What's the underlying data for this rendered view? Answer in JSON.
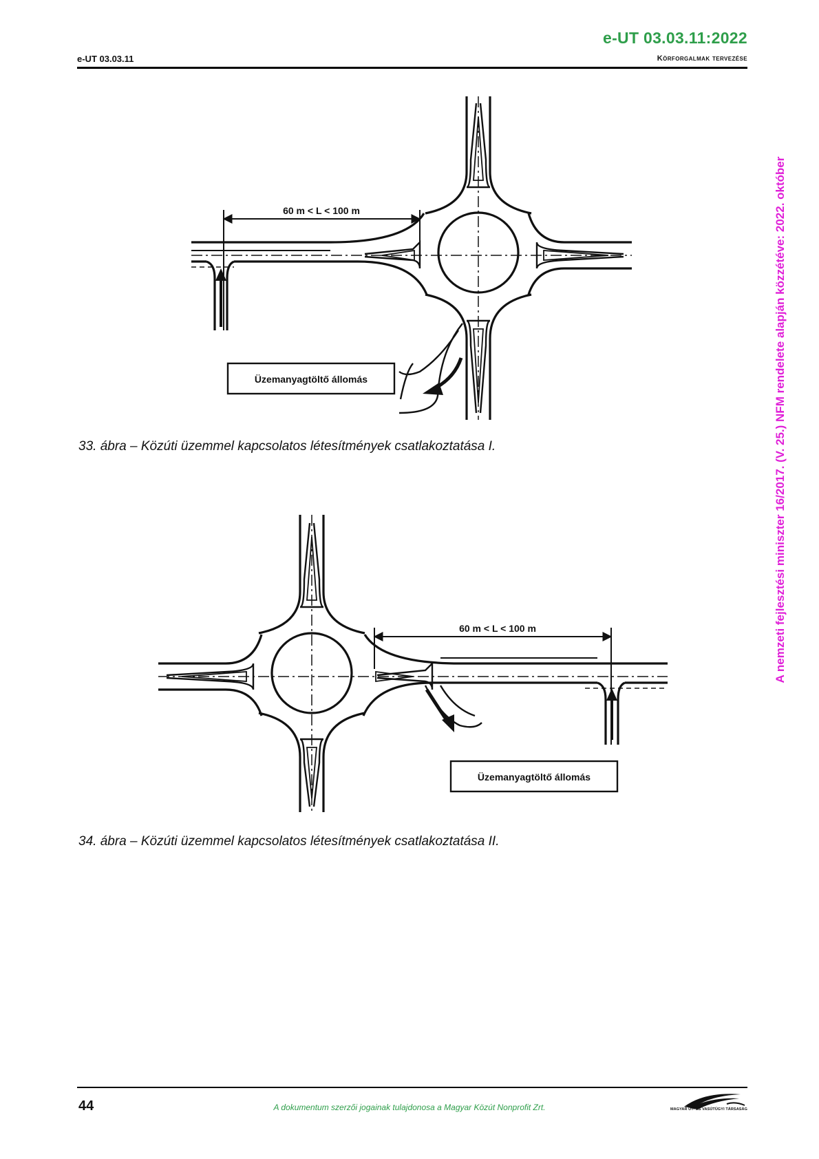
{
  "header": {
    "doc_code_top": "e-UT 03.03.11:2022",
    "doc_code_left": "e-UT 03.03.11",
    "section_title": "Körforgalmak tervezése"
  },
  "side_note": "A nemzeti fejlesztési miniszter 16/2017. (V. 25.) NFM rendelete alapján közzétéve: 2022. október",
  "figures": [
    {
      "dimension_label": "60 m < L < 100 m",
      "station_label": "Üzemanyagtöltő állomás",
      "caption": "33. ábra – Közúti üzemmel kapcsolatos létesítmények csatlakoztatása I."
    },
    {
      "dimension_label": "60 m < L < 100 m",
      "station_label": "Üzemanyagtöltő állomás",
      "caption": "34. ábra – Közúti üzemmel kapcsolatos létesítmények csatlakoztatása II."
    }
  ],
  "footer": {
    "page_number": "44",
    "copyright": "A dokumentum szerzői jogainak tulajdonosa a Magyar Közút Nonprofit Zrt.",
    "logo_text": "MAGYAR ÚT- ÉS VASÚTÜGYI TÁRSASÁG"
  },
  "colors": {
    "doc_code": "#2e9e4a",
    "side_note": "#e020d8",
    "lines": "#111111"
  }
}
